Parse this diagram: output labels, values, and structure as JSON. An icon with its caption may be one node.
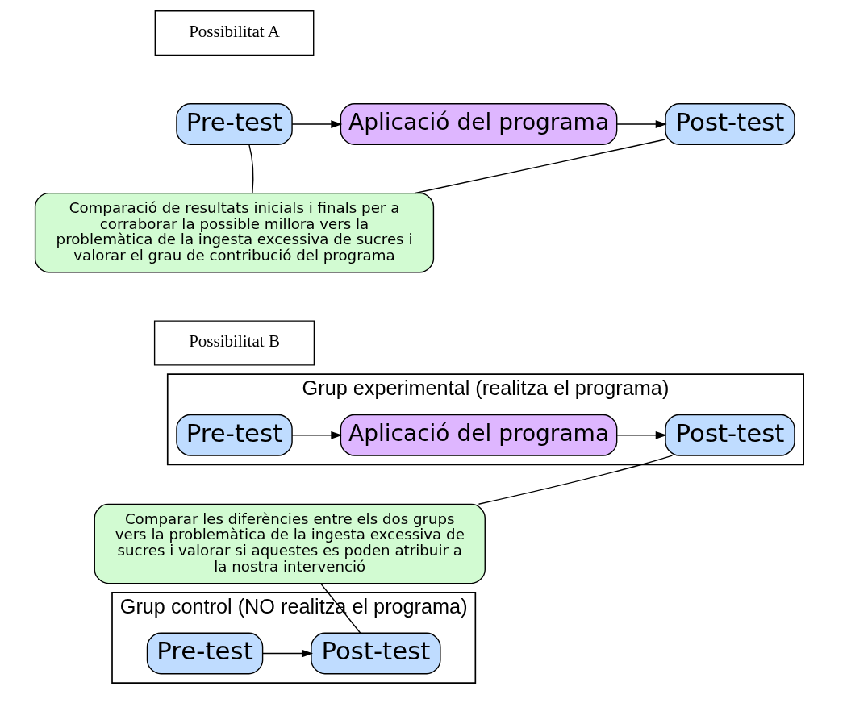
{
  "diagram": {
    "nodes": [
      {
        "text": [
          "Possibilitat A"
        ]
      },
      {
        "text": [
          "Pre-test"
        ]
      },
      {
        "text": [
          "Aplicació del programa"
        ]
      },
      {
        "text": [
          "Post-test"
        ]
      },
      {
        "text": [
          "Comparació de resultats inicials i finals per a corraborar la possible millora vers la problemàtica de la ingesta excessiva de sucres i valorar el grau de contribució del programa"
        ]
      },
      {
        "text": [
          "Possibilitat B"
        ]
      },
      {
        "text": [
          "Grup experimental (realitza el programa)"
        ]
      },
      {
        "text": [
          "Pre-test"
        ],
        "in": 6
      },
      {
        "text": [
          "Aplicació del programa"
        ],
        "in": 6
      },
      {
        "text": [
          "Post-test"
        ],
        "in": 6
      },
      {
        "text": [
          "Comparar les diferències entre els dos grups vers la problemàtica de la ingesta excessiva de sucres i valorar si aquestes es poden atribuir a la nostra intervenció"
        ]
      },
      {
        "text": [
          "Grup control (NO realitza el programa)"
        ]
      },
      {
        "text": [
          "Pre-test"
        ],
        "in": 11
      },
      {
        "text": [
          "Post-test"
        ],
        "in": 11
      }
    ],
    "edges": [
      {
        "from": 1,
        "to": 2,
        "arrow": "to"
      },
      {
        "from": 2,
        "to": 3,
        "arrow": "to"
      },
      {
        "from": 1,
        "to": 4,
        "arrow": "none"
      },
      {
        "from": 3,
        "to": 4,
        "arrow": "none"
      },
      {
        "from": 7,
        "to": 8,
        "arrow": "to"
      },
      {
        "from": 8,
        "to": 9,
        "arrow": "to"
      },
      {
        "from": 9,
        "to": 10,
        "arrow": "none"
      },
      {
        "from": 10,
        "to": 13,
        "arrow": "none"
      },
      {
        "from": 12,
        "to": 13,
        "arrow": "to"
      }
    ]
  }
}
